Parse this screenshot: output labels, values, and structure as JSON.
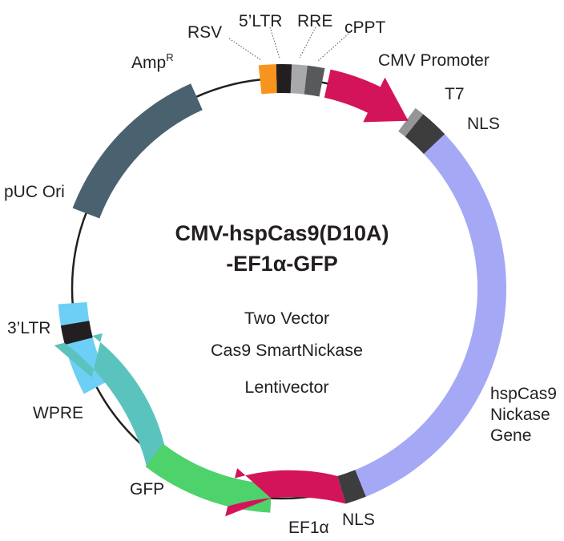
{
  "title": {
    "line1": "CMV-hspCas9(D10A)",
    "line2": "-EF1α-GFP"
  },
  "subtitle": [
    "Two Vector",
    "Cas9 SmartNickase",
    "Lentivector"
  ],
  "features": {
    "rsv": {
      "label": "RSV",
      "color": "#f7941d"
    },
    "ltr5": {
      "label": "5’LTR",
      "color": "#231f20"
    },
    "rre": {
      "label": "RRE",
      "color": "#a7a9ac"
    },
    "cppt": {
      "label": "cPPT",
      "color": "#58595b"
    },
    "cmv": {
      "label": "CMV Promoter",
      "color": "#d4145a"
    },
    "t7": {
      "label": "T7",
      "color": "#939598"
    },
    "nls1": {
      "label": "NLS",
      "color": "#3d3d3d"
    },
    "cas9": {
      "label_lines": [
        "hspCas9",
        "Nickase",
        "Gene"
      ],
      "color": "#a5a8f5"
    },
    "nls2": {
      "label": "NLS",
      "color": "#3d3d3d"
    },
    "ef1a": {
      "label": "EF1α",
      "color": "#d4145a"
    },
    "gfp": {
      "label": "GFP",
      "color": "#4ed26b"
    },
    "wpre": {
      "label": "WPRE",
      "color": "#5ac3bd"
    },
    "ltr3": {
      "label": "3’LTR",
      "color": "#231f20"
    },
    "puc": {
      "label": "pUC Ori",
      "color": "#6dcff6"
    },
    "amp": {
      "label": "Amp",
      "superscript": "R",
      "color": "#4a6170"
    }
  }
}
